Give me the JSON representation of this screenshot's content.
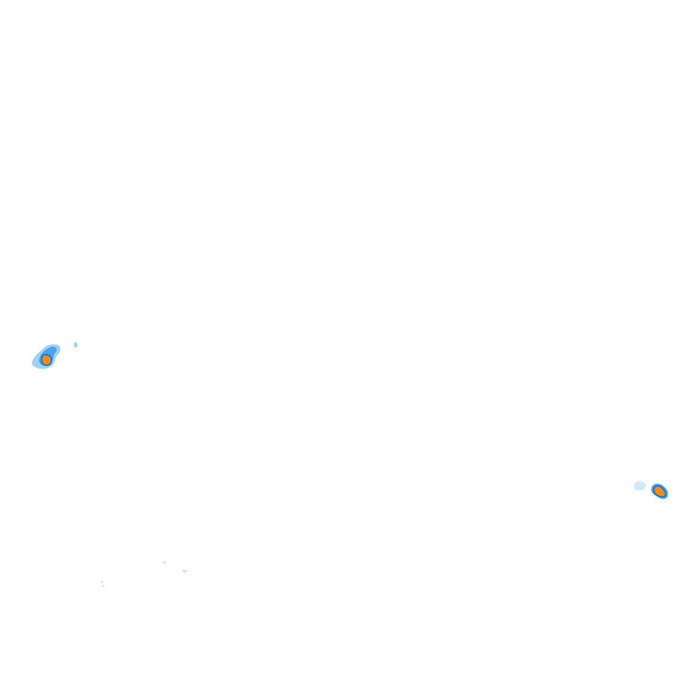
{
  "map": {
    "type": "radar-precipitation-overlay",
    "background": "#ffffff",
    "intensity_colors": {
      "very_light": "#cfe8fb",
      "light": "#9fd0f5",
      "moderate": "#4aa3ee",
      "heavy_outline": "#1f74c9",
      "heavy_core": "#f08c12"
    },
    "echoes": [
      {
        "name": "cell-west",
        "max_intensity": "heavy_core"
      },
      {
        "name": "cell-east",
        "max_intensity": "heavy_core"
      },
      {
        "name": "speckle-south",
        "max_intensity": "very_light"
      }
    ]
  }
}
